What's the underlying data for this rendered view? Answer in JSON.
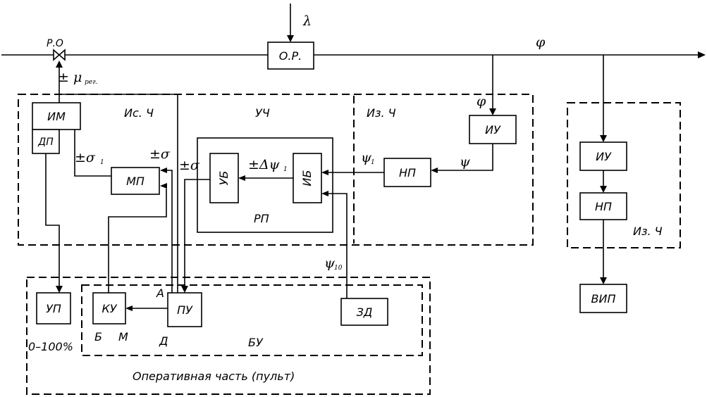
{
  "blocks": {
    "ro": "Р.О",
    "or": "О.Р.",
    "im": "ИМ",
    "dp": "ДП",
    "mp": "МП",
    "ub": "УБ",
    "ib": "ИБ",
    "np1": "НП",
    "iu1": "ИУ",
    "iu2": "ИУ",
    "np2": "НП",
    "vip": "ВИП",
    "up": "УП",
    "ku": "КУ",
    "pu": "ПУ",
    "zd": "ЗД"
  },
  "regions": {
    "isp": "Ис. Ч",
    "uch": "УЧ",
    "izm1": "Из. Ч",
    "rp": "РП",
    "izm2": "Из. Ч",
    "bu": "БУ",
    "operative": "Оперативная часть (пульт)"
  },
  "labels": {
    "lambda": "λ",
    "phi_main": "φ",
    "phi_branch": "φ",
    "mu": "± μ",
    "mu_sub": "рег.",
    "sigma1": "±σ",
    "sigma1_sub": "1",
    "sigma2": "±σ",
    "sigma3": "±σ",
    "dpsi": "±Δψ",
    "dpsi_sub": "1",
    "psi1": "ψ",
    "psi1_sub": "1",
    "psi": "ψ",
    "psi_zd": "ψ",
    "psi_zd_sub": "10",
    "range": "0–100%",
    "a": "А",
    "b": "Б",
    "m": "М",
    "d": "Д"
  }
}
